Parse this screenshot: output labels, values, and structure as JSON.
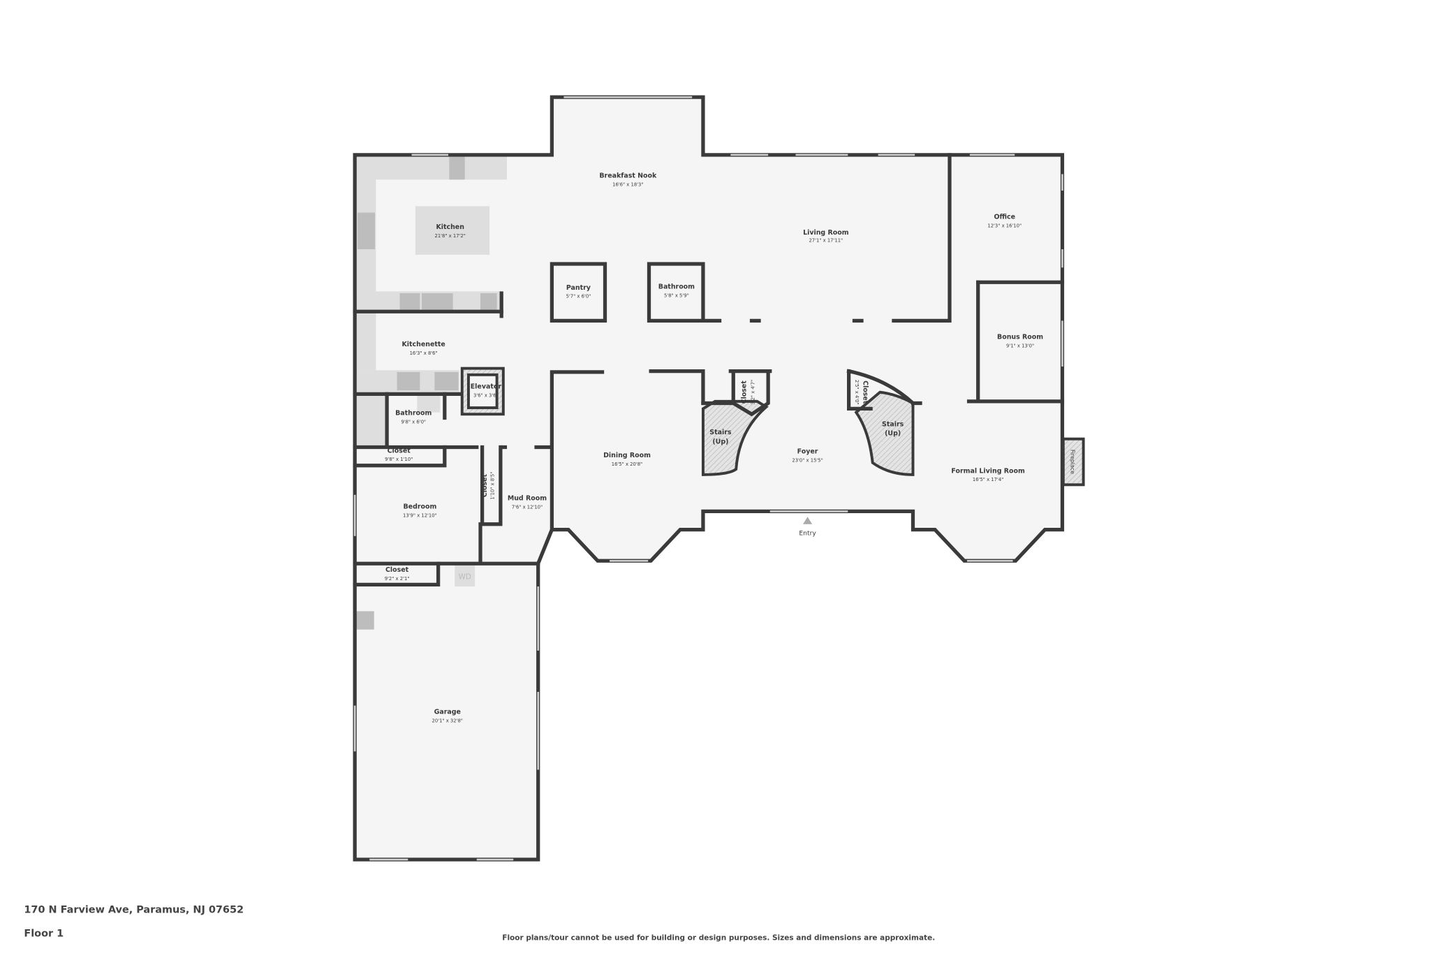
{
  "footer": {
    "address": "170 N Farview Ave, Paramus, NJ 07652",
    "floor": "Floor 1",
    "disclaimer": "Floor plans/tour cannot be used for building or design purposes. Sizes and dimensions are approximate."
  },
  "colors": {
    "wall": "#3a3a3a",
    "floor": "#f5f5f5",
    "fixture": "#dedede"
  },
  "rooms": [
    {
      "name": "Breakfast Nook",
      "dims": "16'6\" x 18'3\""
    },
    {
      "name": "Kitchen",
      "dims": "21'8\" x 17'2\""
    },
    {
      "name": "Living Room",
      "dims": "27'1\" x 17'11\""
    },
    {
      "name": "Office",
      "dims": "12'3\" x 16'10\""
    },
    {
      "name": "Pantry",
      "dims": "5'7\" x 6'0\""
    },
    {
      "name": "Bathroom",
      "dims": "5'8\" x 5'9\""
    },
    {
      "name": "Bonus Room",
      "dims": "9'1\" x 13'0\""
    },
    {
      "name": "Kitchenette",
      "dims": "16'3\" x 8'6\""
    },
    {
      "name": "Elevator",
      "dims": "3'6\" x 3'6\""
    },
    {
      "name": "Bathroom",
      "dims": "9'8\" x 6'0\""
    },
    {
      "name": "Closet",
      "dims": "3'2\" x 4'7\""
    },
    {
      "name": "Closet",
      "dims": "2'5\" x 4'0\""
    },
    {
      "name": "Stairs",
      "dims": "(Up)"
    },
    {
      "name": "Stairs",
      "dims": "(Up)"
    },
    {
      "name": "Dining Room",
      "dims": "16'5\" x 20'8\""
    },
    {
      "name": "Foyer",
      "dims": "23'0\" x 15'5\""
    },
    {
      "name": "Formal Living Room",
      "dims": "16'5\" x 17'4\""
    },
    {
      "name": "Closet",
      "dims": "9'8\" x 1'10\""
    },
    {
      "name": "Closet",
      "dims": "1'10\" x 8'5\""
    },
    {
      "name": "Mud Room",
      "dims": "7'6\" x 12'10\""
    },
    {
      "name": "Bedroom",
      "dims": "13'9\" x 12'10\""
    },
    {
      "name": "Closet",
      "dims": "9'2\" x 2'1\""
    },
    {
      "name": "Garage",
      "dims": "20'1\" x 32'8\""
    }
  ],
  "labels": {
    "entry": "Entry",
    "fireplace": "Fireplace",
    "washer_dryer": "WD"
  }
}
